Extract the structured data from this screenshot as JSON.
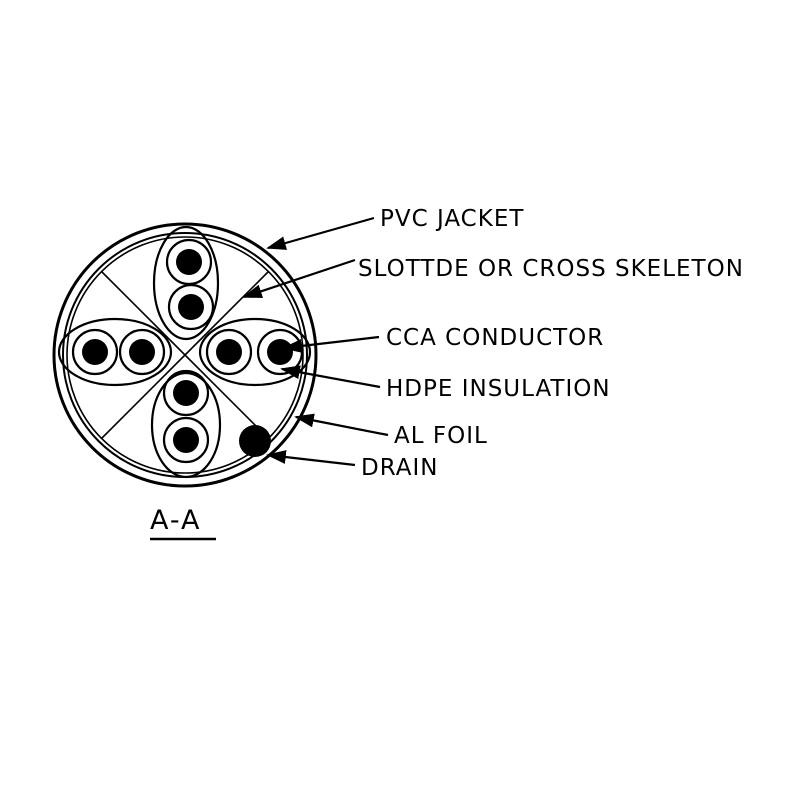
{
  "labels": {
    "pvc_jacket": "PVC JACKET",
    "skeleton": "SLOTTDE OR CROSS SKELETON",
    "conductor": "CCA CONDUCTOR",
    "insulation": "HDPE INSULATION",
    "foil": "AL FOIL",
    "drain": "DRAIN"
  },
  "section_label": "A-A",
  "colors": {
    "line": "#000000",
    "background": "#ffffff"
  }
}
